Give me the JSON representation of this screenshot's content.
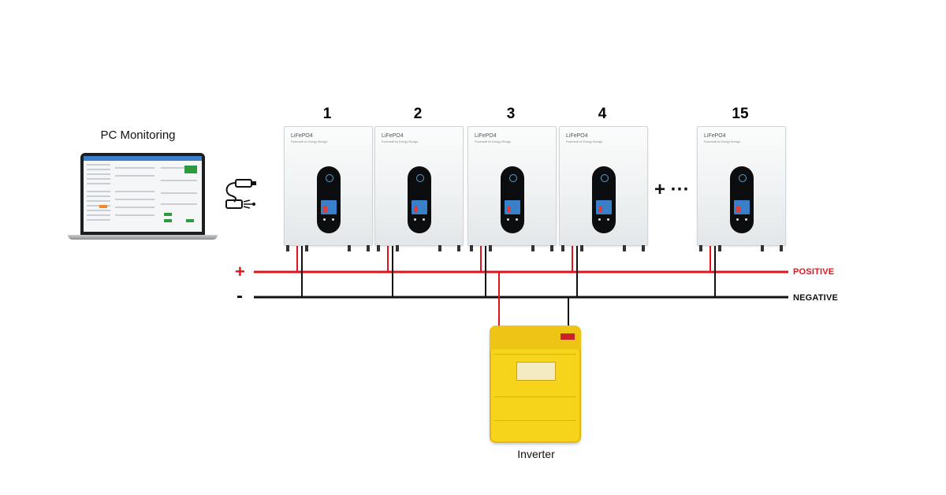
{
  "labels": {
    "pc_monitoring": "PC Monitoring",
    "inverter": "Inverter",
    "positive": "POSITIVE",
    "negative": "NEGATIVE",
    "plus_sign": "+",
    "minus_sign": "-",
    "ellipsis": "+ ···"
  },
  "batteries": [
    {
      "number": "1",
      "title": "LiFePO4",
      "subtitle": "Powerwall for Energy Storage"
    },
    {
      "number": "2",
      "title": "LiFePO4",
      "subtitle": "Powerwall for Energy Storage"
    },
    {
      "number": "3",
      "title": "LiFePO4",
      "subtitle": "Powerwall for Energy Storage"
    },
    {
      "number": "4",
      "title": "LiFePO4",
      "subtitle": "Powerwall for Energy Storage"
    },
    {
      "number": "15",
      "title": "LiFePO4",
      "subtitle": "Powerwall for Energy Storage"
    }
  ],
  "colors": {
    "positive": "#e3131b",
    "negative": "#111111",
    "inverter": "#f6d41c"
  },
  "icons": {
    "pc": "laptop-icon",
    "usb": "usb-cable-icon",
    "inverter": "inverter-icon"
  }
}
